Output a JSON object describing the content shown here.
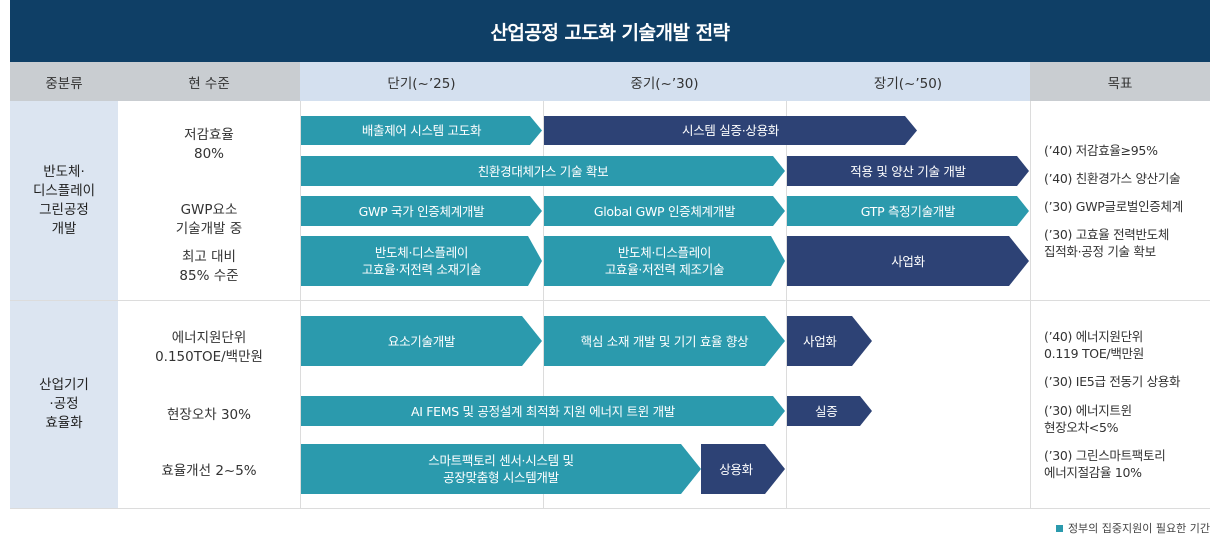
{
  "title": "산업공정 고도화 기술개발 전략",
  "headers": {
    "category": "중분류",
    "current": "현 수준",
    "short": "단기(~’25)",
    "mid": "중기(~’30)",
    "long": "장기(~’50)",
    "goal": "목표"
  },
  "categories": {
    "semi": "반도체·\n디스플레이\n그린공정\n개발",
    "industry": "산업기기\n·공정\n효율화"
  },
  "current_levels": {
    "semi_1": "저감효율\n80%",
    "semi_2": "GWP요소\n기술개발 중",
    "semi_3": "최고 대비\n85% 수준",
    "ind_1": "에너지원단위\n0.150TOE/백만원",
    "ind_2": "현장오차 30%",
    "ind_3": "효율개선 2~5%"
  },
  "tasks": {
    "t1": "배출제어 시스템 고도화",
    "t2": "시스템 실증·상용화",
    "t3": "친환경대체가스 기술 확보",
    "t4": "적용 및 양산 기술 개발",
    "t5": "GWP 국가 인증체계개발",
    "t6": "Global GWP 인증체계개발",
    "t7": "GTP 측정기술개발",
    "t8": "반도체·디스플레이\n고효율·저전력 소재기술",
    "t9": "반도체·디스플레이\n고효율·저전력 제조기술",
    "t10": "사업화",
    "t11": "요소기술개발",
    "t12": "핵심 소재 개발 및 기기 효율 향상",
    "t13": "사업화",
    "t14": "AI FEMS 및 공정설계 최적화 지원 에너지 트윈 개발",
    "t15": "실증",
    "t16": "스마트팩토리 센서·시스템 및\n공장맞춤형 시스템개발",
    "t17": "상용화"
  },
  "goals": {
    "g1": "(’40) 저감효율≥95%",
    "g2": "(’40) 친환경가스 양산기술",
    "g3": "(’30) GWP글로벌인증체계",
    "g4": "(’30) 고효율 전력반도체\n집적화·공정 기술 확보",
    "g5": "(’40) 에너지원단위\n0.119 TOE/백만원",
    "g6": "(’30) IE5급 전동기 상용화",
    "g7": "(’30) 에너지트윈\n현장오차<5%",
    "g8": "(’30) 그린스마트팩토리\n에너지절감율 10%"
  },
  "legend": "정부의 집중지원이 필요한 기간",
  "colors": {
    "title_bg": "#0f3f66",
    "teal": "#2b9aad",
    "navy": "#2d4275",
    "header_gray": "#c9cdd1",
    "header_blue": "#d4e0ef",
    "category_bg": "#dce5f1"
  }
}
